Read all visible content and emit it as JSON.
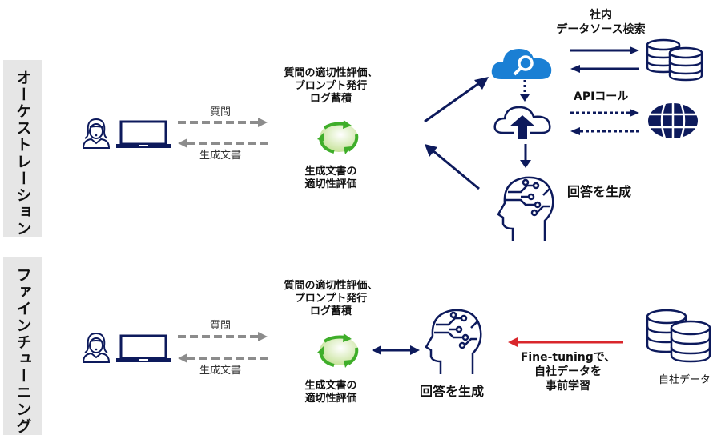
{
  "sections": [
    {
      "id": "orchestration",
      "label": "オーケストレーション"
    },
    {
      "id": "finetuning",
      "label": "ファインチューニング"
    }
  ],
  "orchestration": {
    "user_to_system_label": "質問",
    "system_to_user_label": "生成文書",
    "process_top_lines": [
      "質問の適切性評価、",
      "プロンプト発行",
      "ログ蓄積"
    ],
    "process_bottom_lines": [
      "生成文書の",
      "適切性評価"
    ],
    "search_label_lines": [
      "社内",
      "データソース検索"
    ],
    "api_label": "APIコール",
    "generate_label": "回答を生成",
    "icons": [
      "user-icon",
      "laptop-icon",
      "cycle-icon",
      "cloud-search-icon",
      "cloud-upload-icon",
      "database-icon",
      "globe-icon",
      "ai-head-icon"
    ]
  },
  "finetuning": {
    "user_to_system_label": "質問",
    "system_to_user_label": "生成文書",
    "process_top_lines": [
      "質問の適切性評価、",
      "プロンプト発行",
      "ログ蓄積"
    ],
    "process_bottom_lines": [
      "生成文書の",
      "適切性評価"
    ],
    "generate_label": "回答を生成",
    "finetune_label_lines": [
      "Fine-tuningで、",
      "自社データを",
      "事前学習"
    ],
    "data_label": "自社データ"
  },
  "colors": {
    "navy": "#0d1a5c",
    "gray_arrow": "#8c8c8c",
    "red_arrow": "#d9262b",
    "cloud_blue": "#1a7fd4",
    "cycle_green": "#3fae2a",
    "label_bg": "#e6e6e6"
  }
}
